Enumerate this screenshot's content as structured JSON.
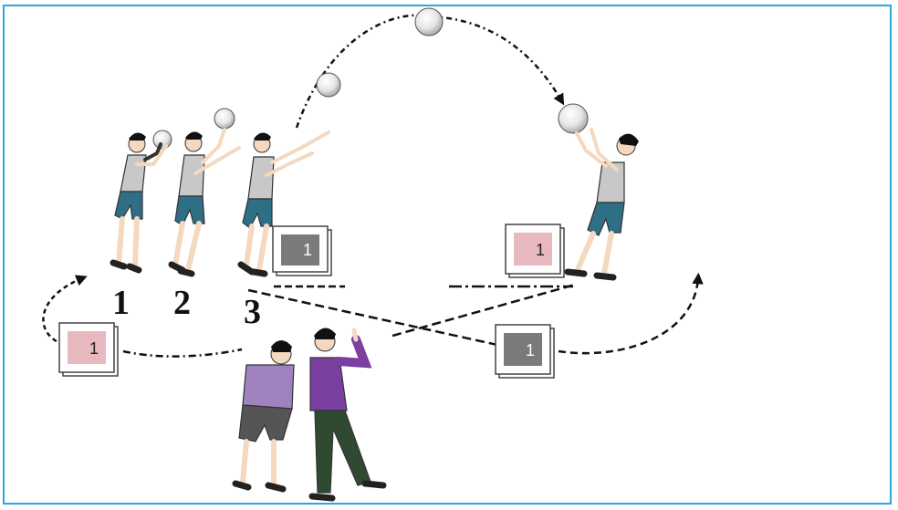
{
  "diagram": {
    "step_numbers": [
      "1",
      "2",
      "3"
    ],
    "cards": [
      {
        "label": "1",
        "color": "#e8b8bf"
      },
      {
        "label": "1",
        "color": "#7a7a7a"
      },
      {
        "label": "1",
        "color": "#e8b8bf"
      },
      {
        "label": "1",
        "color": "#7a7a7a"
      }
    ],
    "colors": {
      "frame": "#2aa6e0",
      "shirt": "#c8c8c8",
      "shorts": "#2f6f86",
      "coach_shirt_left": "#9e83c0",
      "coach_shirt_right": "#7b3fa0",
      "coach_pants_right": "#2f4a30"
    }
  }
}
